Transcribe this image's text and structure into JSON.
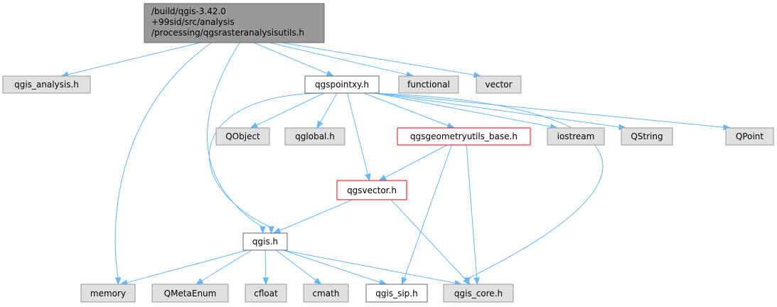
{
  "nodes": {
    "root": {
      "lines": [
        "/build/qgis-3.42.0",
        "+99sid/src/analysis",
        "/processing/qgsrasteranalysisutils.h"
      ],
      "style": "root"
    },
    "qgis_analysis": {
      "label": "qgis_analysis.h",
      "style": "gray"
    },
    "memory": {
      "label": "memory",
      "style": "gray"
    },
    "qgis": {
      "label": "qgis.h",
      "style": "white"
    },
    "qgspointxy": {
      "label": "qgspointxy.h",
      "style": "white"
    },
    "functional": {
      "label": "functional",
      "style": "gray"
    },
    "vector": {
      "label": "vector",
      "style": "gray"
    },
    "qobject": {
      "label": "QObject",
      "style": "gray"
    },
    "qglobal": {
      "label": "qglobal.h",
      "style": "gray"
    },
    "qgsgeometryutils_base": {
      "label": "qgsgeometryutils_base.h",
      "style": "red"
    },
    "iostream": {
      "label": "iostream",
      "style": "gray"
    },
    "qstring": {
      "label": "QString",
      "style": "gray"
    },
    "qpoint": {
      "label": "QPoint",
      "style": "gray"
    },
    "qgsvector": {
      "label": "qgsvector.h",
      "style": "red"
    },
    "qmetaenum": {
      "label": "QMetaEnum",
      "style": "gray"
    },
    "cfloat": {
      "label": "cfloat",
      "style": "gray"
    },
    "cmath": {
      "label": "cmath",
      "style": "gray"
    },
    "qgis_sip": {
      "label": "qgis_sip.h",
      "style": "white"
    },
    "qgis_core": {
      "label": "qgis_core.h",
      "style": "gray"
    }
  },
  "edges": [
    [
      "root",
      "qgis_analysis"
    ],
    [
      "root",
      "memory"
    ],
    [
      "root",
      "qgis"
    ],
    [
      "root",
      "qgspointxy"
    ],
    [
      "root",
      "functional"
    ],
    [
      "root",
      "vector"
    ],
    [
      "qgspointxy",
      "qgis"
    ],
    [
      "qgspointxy",
      "qobject"
    ],
    [
      "qgspointxy",
      "qglobal"
    ],
    [
      "qgspointxy",
      "qgsgeometryutils_base"
    ],
    [
      "qgspointxy",
      "iostream"
    ],
    [
      "qgspointxy",
      "qstring"
    ],
    [
      "qgspointxy",
      "qpoint"
    ],
    [
      "qgspointxy",
      "qgsvector"
    ],
    [
      "qgspointxy",
      "qgis_core"
    ],
    [
      "qgsgeometryutils_base",
      "qgsvector"
    ],
    [
      "qgsgeometryutils_base",
      "qgis_sip"
    ],
    [
      "qgsgeometryutils_base",
      "qgis_core"
    ],
    [
      "qgsvector",
      "qgis"
    ],
    [
      "qgsvector",
      "qgis_core"
    ],
    [
      "qgis",
      "memory"
    ],
    [
      "qgis",
      "qmetaenum"
    ],
    [
      "qgis",
      "cfloat"
    ],
    [
      "qgis",
      "cmath"
    ],
    [
      "qgis",
      "qgis_sip"
    ],
    [
      "qgis",
      "qgis_core"
    ]
  ],
  "colors": {
    "edge": "#63b8ff",
    "gray_fill": "#e0e0e0",
    "gray_stroke": "#999999",
    "root_fill": "#999999",
    "root_stroke": "#666666",
    "red_stroke": "#ff0000",
    "white_stroke": "#666666"
  }
}
